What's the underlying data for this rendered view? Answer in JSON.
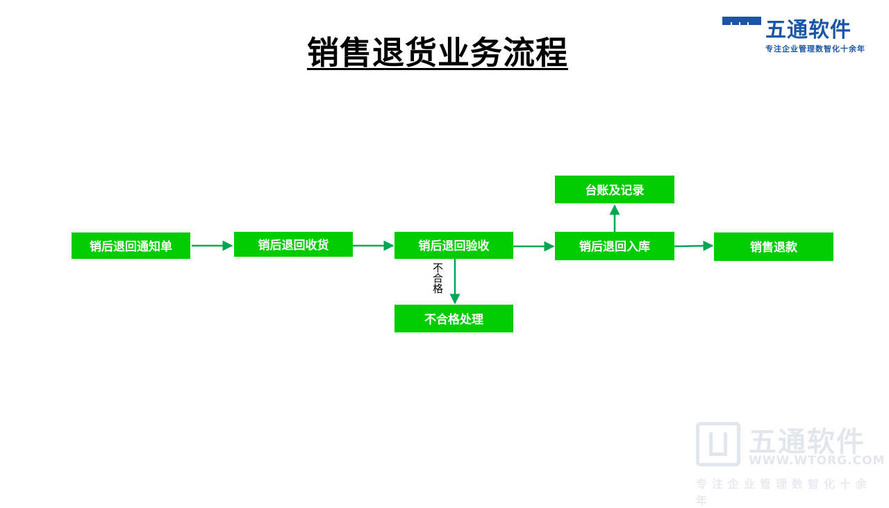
{
  "title": "销售退货业务流程",
  "logo": {
    "name": "五通软件",
    "slogan": "专注企业管理数智化十余年"
  },
  "nodes": {
    "notice": "销后退回通知单",
    "receive": "销后退回收货",
    "inspect": "销后退回验收",
    "stock_in": "销后退回入库",
    "refund": "销售退款",
    "ledger": "台账及记录",
    "reject": "不合格处理"
  },
  "edges": {
    "reject_label": "不合格"
  },
  "watermark": {
    "name": "五通软件",
    "url": "WWW.WTORG.COM",
    "slogan": "专注企业管理数智化十余年"
  },
  "colors": {
    "box_fill": "#00cc00",
    "box_text": "#ffffff",
    "arrow": "#00a651",
    "brand": "#1a56a7"
  }
}
